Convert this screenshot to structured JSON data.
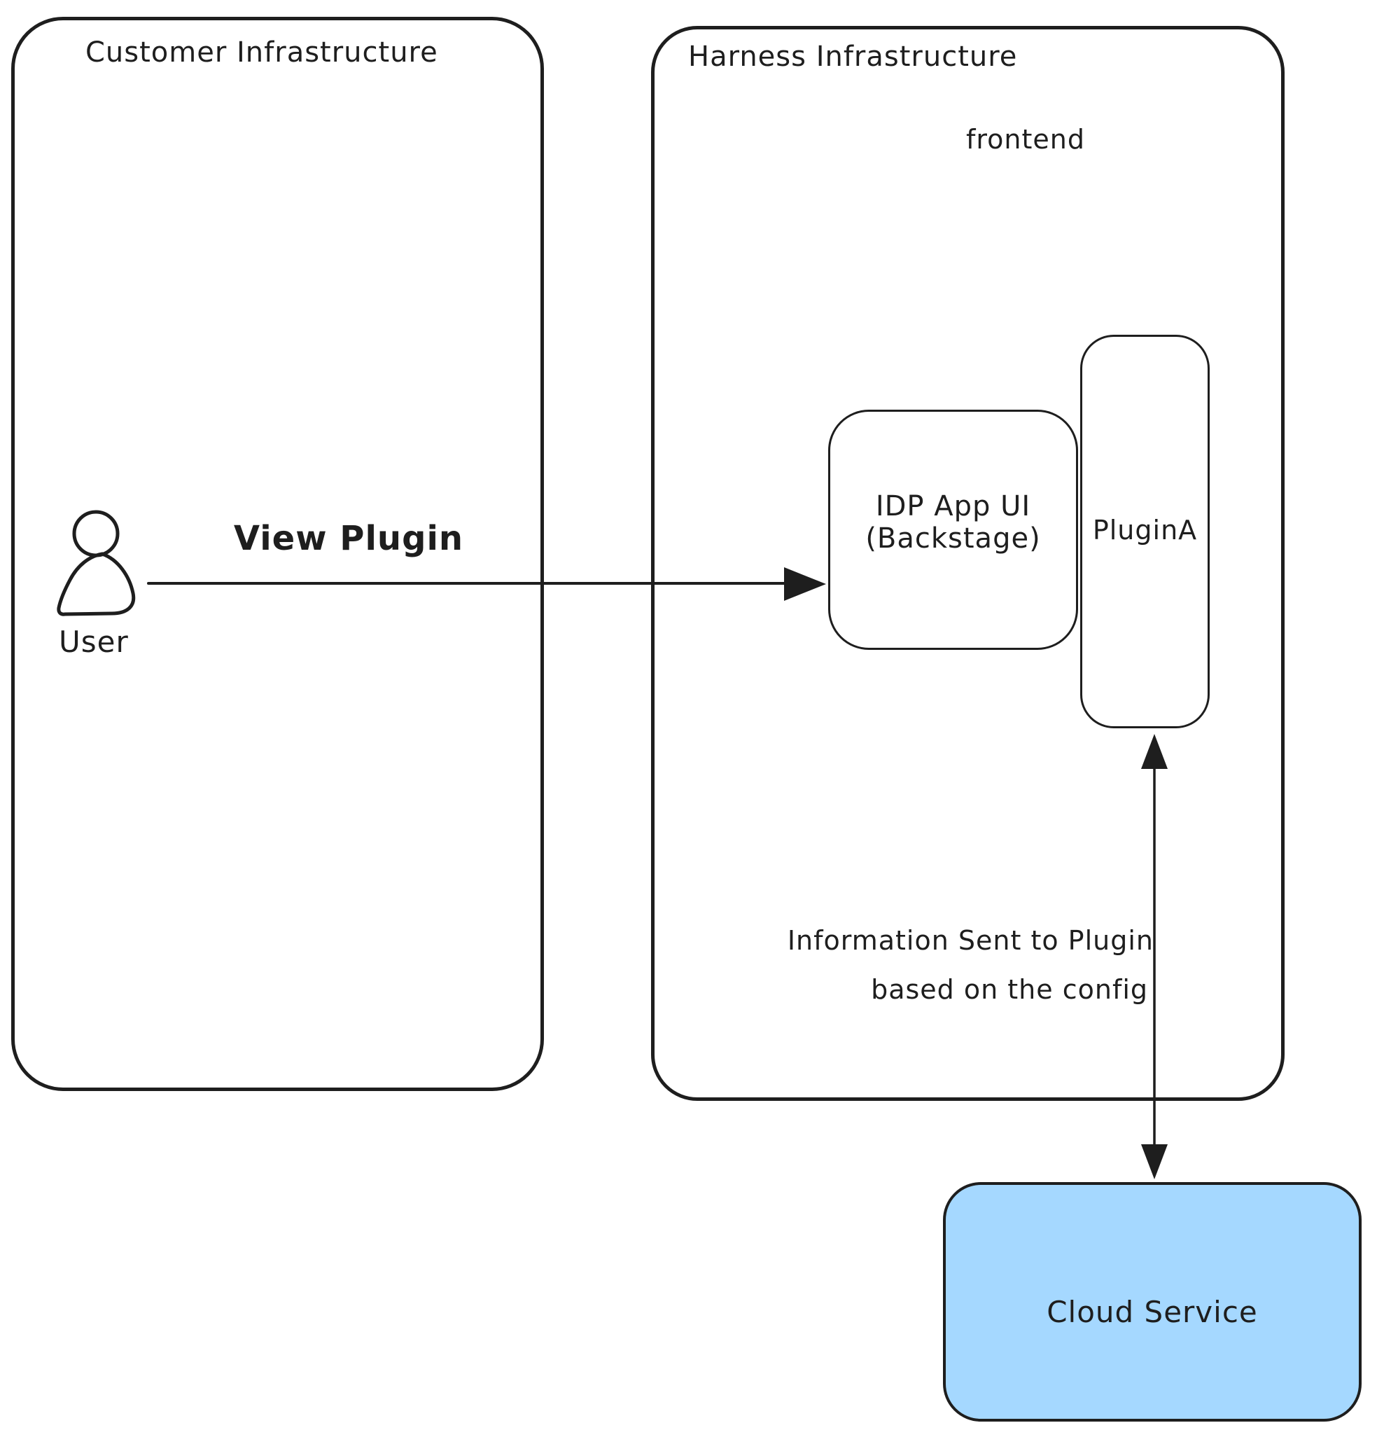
{
  "diagram": {
    "colors": {
      "stroke": "#1e1e1e",
      "cloud_fill": "#a5d8ff",
      "hatch": "#c8d0d9"
    },
    "containers": {
      "customer": {
        "label": "Customer Infrastructure"
      },
      "harness": {
        "label": "Harness Infrastructure",
        "region_label": "frontend"
      }
    },
    "nodes": {
      "user": {
        "label": "User"
      },
      "idp_app": {
        "label_line1": "IDP App UI",
        "label_line2": "(Backstage)"
      },
      "plugin_a": {
        "label": "PluginA"
      },
      "cloud_service": {
        "label": "Cloud Service"
      }
    },
    "edges": {
      "view_plugin": {
        "label": "View Plugin",
        "from": "User",
        "to": "IDP App UI (Backstage)",
        "direction": "right"
      },
      "info_to_plugin": {
        "label_line1": "Information Sent to Plugin",
        "label_line2": "based on the config",
        "from": "Cloud Service",
        "to": "PluginA",
        "direction": "both"
      }
    }
  }
}
